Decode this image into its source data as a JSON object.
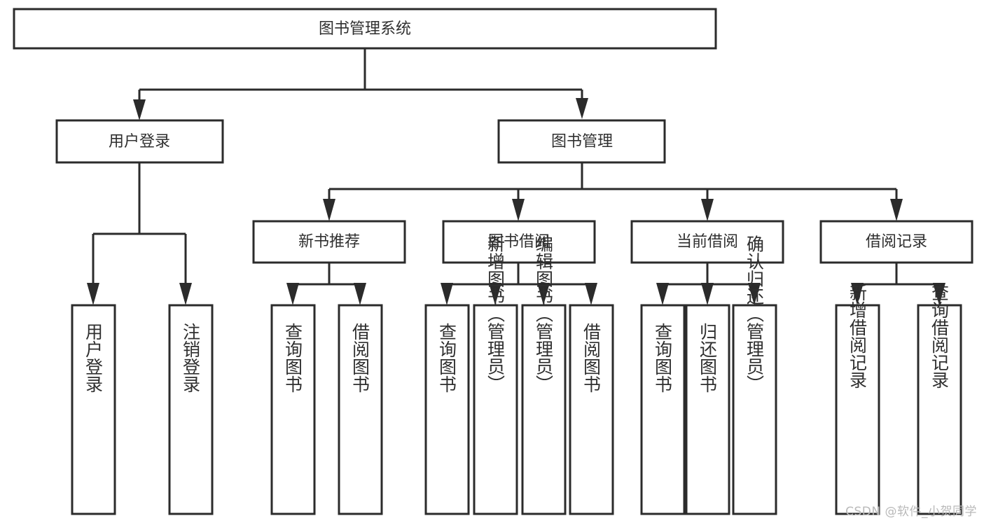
{
  "diagram": {
    "type": "tree",
    "title": "图书管理系统",
    "watermark": "CSDN @软件_小贺同学",
    "colors": {
      "box_stroke": "#2b2b2b",
      "box_fill": "#ffffff",
      "text": "#2f2f2f",
      "connector": "#2b2b2b",
      "watermark": "#b9b9b9",
      "background": "#ffffff"
    },
    "nodes": {
      "root": {
        "label": "图书管理系统"
      },
      "level1": [
        {
          "id": "user-login",
          "label": "用户登录"
        },
        {
          "id": "book-manage",
          "label": "图书管理"
        }
      ],
      "level2": [
        {
          "id": "new-book-recommend",
          "label": "新书推荐"
        },
        {
          "id": "book-borrow",
          "label": "图书借阅"
        },
        {
          "id": "current-borrow",
          "label": "当前借阅"
        },
        {
          "id": "borrow-record",
          "label": "借阅记录"
        }
      ],
      "leaves": {
        "user-login": [
          {
            "id": "leaf-user-login",
            "label": "用户登录"
          },
          {
            "id": "leaf-user-logout",
            "label": "注销登录"
          }
        ],
        "new-book-recommend": [
          {
            "id": "leaf-query-book-1",
            "label": "查询图书"
          },
          {
            "id": "leaf-borrow-book-1",
            "label": "借阅图书"
          }
        ],
        "book-borrow": [
          {
            "id": "leaf-query-book-2",
            "label": "查询图书"
          },
          {
            "id": "leaf-add-book",
            "label": "新增图书（管理员）"
          },
          {
            "id": "leaf-edit-book",
            "label": "编辑图书（管理员）"
          },
          {
            "id": "leaf-borrow-book-2",
            "label": "借阅图书"
          }
        ],
        "current-borrow": [
          {
            "id": "leaf-query-book-3",
            "label": "查询图书"
          },
          {
            "id": "leaf-return-book",
            "label": "归还图书"
          },
          {
            "id": "leaf-confirm-return",
            "label": "确认归还（管理员）"
          }
        ],
        "borrow-record": [
          {
            "id": "leaf-add-record",
            "label": "新增借阅记录"
          },
          {
            "id": "leaf-query-record",
            "label": "查询借阅记录"
          }
        ]
      }
    }
  }
}
